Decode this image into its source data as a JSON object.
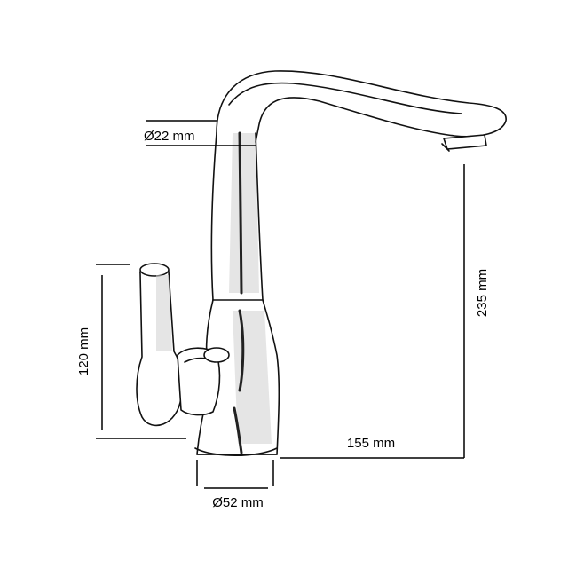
{
  "dimensions": {
    "spout_diameter": "Ø22 mm",
    "base_diameter": "Ø52 mm",
    "lever_height": "120 mm",
    "spout_height": "235 mm",
    "spout_reach": "155 mm"
  }
}
